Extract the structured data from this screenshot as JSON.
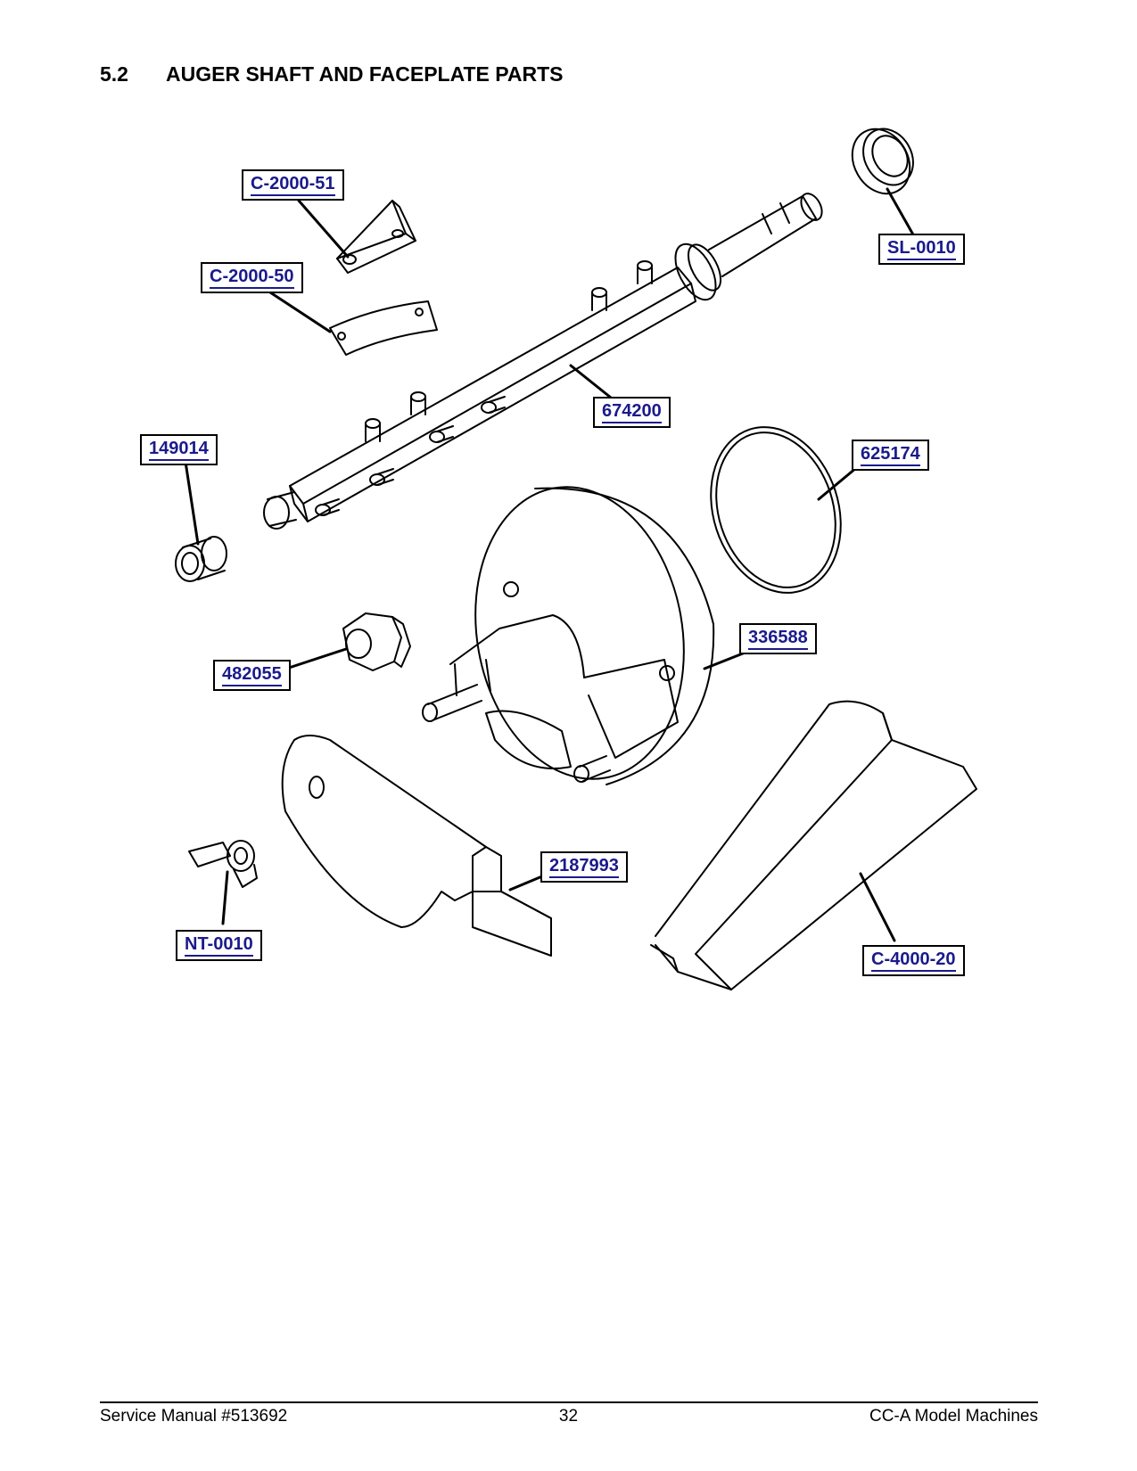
{
  "section": {
    "number": "5.2",
    "title": "AUGER SHAFT AND FACEPLATE PARTS"
  },
  "callouts": {
    "c2000_51": "C-2000-51",
    "c2000_50": "C-2000-50",
    "sl0010": "SL-0010",
    "p674200": "674200",
    "p149014": "149014",
    "p625174": "625174",
    "p336588": "336588",
    "p482055": "482055",
    "p2187993": "2187993",
    "nt0010": "NT-0010",
    "c4000_20": "C-4000-20"
  },
  "footer": {
    "left": "Service Manual #513692",
    "center": "32",
    "right": "CC-A Model Machines"
  },
  "colors": {
    "callout_text": "#1a1a8c",
    "line": "#000000"
  }
}
